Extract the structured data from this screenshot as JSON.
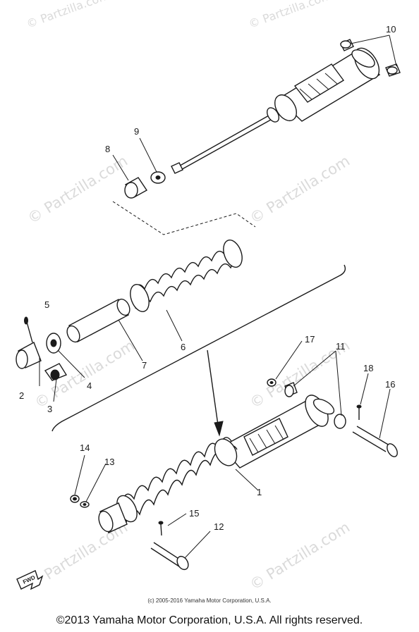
{
  "watermark": {
    "text": "© Partzilla.com"
  },
  "callouts": {
    "c1": "1",
    "c2": "2",
    "c3": "3",
    "c4": "4",
    "c5": "5",
    "c6": "6",
    "c7": "7",
    "c8": "8",
    "c9": "9",
    "c10": "10",
    "c11": "11",
    "c12": "12",
    "c13": "13",
    "c14": "14",
    "c15": "15",
    "c16": "16",
    "c17": "17",
    "c18": "18"
  },
  "fwd_label": "FWD",
  "small_copyright": "(c) 2005-2016 Yamaha Motor Corporation, U.S.A.",
  "footer_copyright": "©2013 Yamaha Motor Corporation, U.S.A. All rights reserved."
}
